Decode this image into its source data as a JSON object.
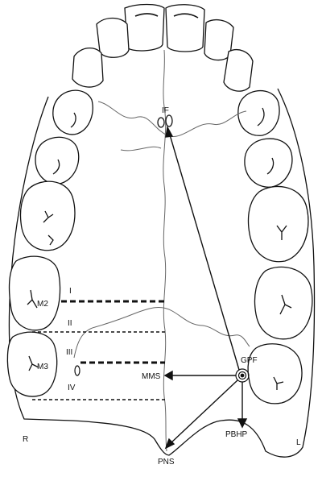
{
  "labels": {
    "incisive_foramen": "IF",
    "greater_palatine_foramen": "GPF",
    "midline_maxillary_suture": "MMS",
    "posterior_border_hard_palate": "PBHP",
    "posterior_nasal_spine": "PNS",
    "right_side": "R",
    "left_side": "L",
    "molar_2": "M2",
    "molar_3": "M3",
    "level_1": "I",
    "level_2": "II",
    "level_3": "III",
    "level_4": "IV"
  },
  "colors": {
    "outline": "#111111",
    "suture": "#666666",
    "background": "#ffffff"
  }
}
